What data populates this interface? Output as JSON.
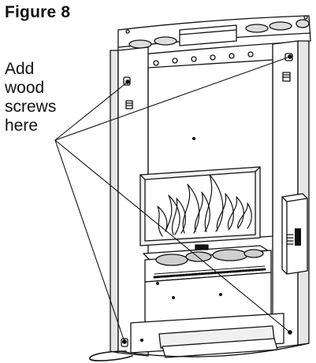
{
  "figure": {
    "title": "Figure 8",
    "callout_lines": [
      "Add",
      "wood",
      "screws",
      "here"
    ]
  },
  "colors": {
    "ink": "#111111",
    "panel_fill": "#e6e6e6",
    "background": "#ffffff"
  }
}
